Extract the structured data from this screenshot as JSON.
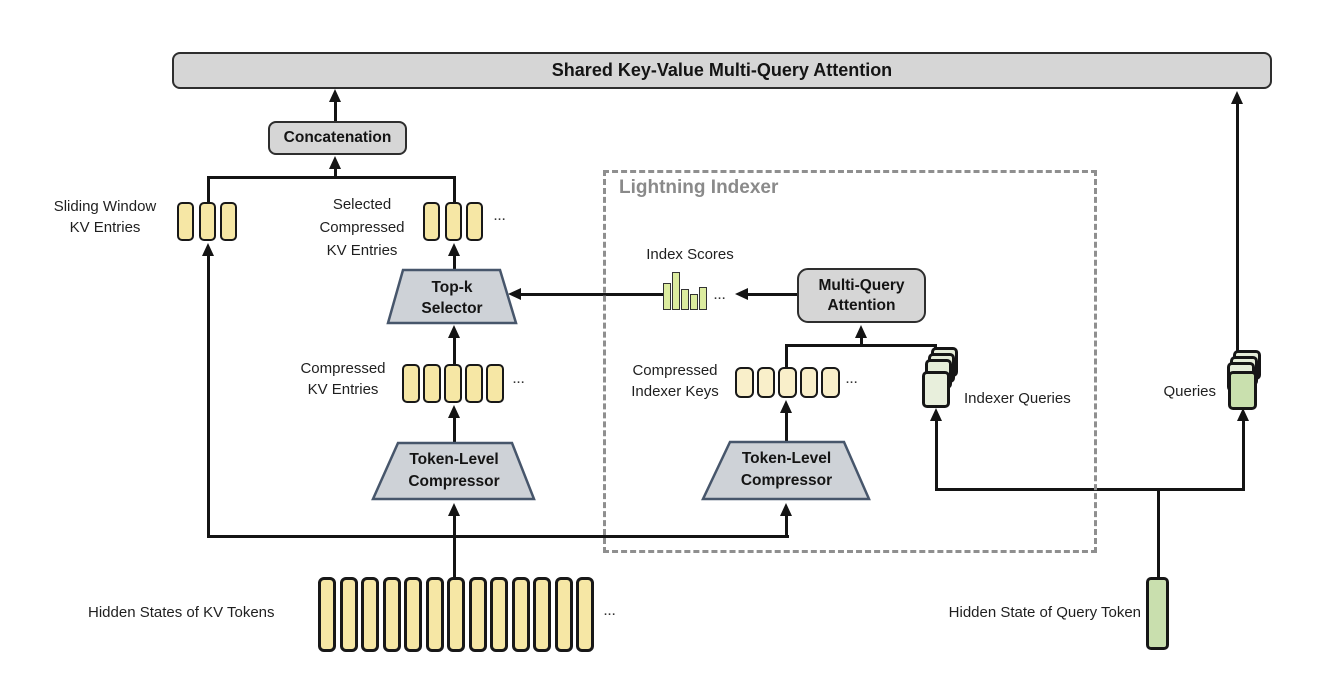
{
  "diagram": {
    "title_bar": "Shared Key-Value Multi-Query Attention",
    "nodes": {
      "concatenation": "Concatenation",
      "top_k_selector": [
        "Top-k",
        "Selector"
      ],
      "token_level_compressor_left": [
        "Token-Level",
        "Compressor"
      ],
      "token_level_compressor_right": [
        "Token-Level",
        "Compressor"
      ],
      "multi_query_attention": [
        "Multi-Query",
        "Attention"
      ]
    },
    "groups": {
      "lightning_indexer": "Lightning Indexer"
    },
    "labels": {
      "sliding_window": [
        "Sliding Window",
        "KV Entries"
      ],
      "selected_compressed": [
        "Selected",
        "Compressed",
        "KV Entries"
      ],
      "compressed_kv": [
        "Compressed",
        "KV Entries"
      ],
      "index_scores": "Index Scores",
      "compressed_indexer_keys": [
        "Compressed",
        "Indexer Keys"
      ],
      "indexer_queries": "Indexer Queries",
      "queries": "Queries",
      "hidden_kv": "Hidden States of KV Tokens",
      "hidden_query": "Hidden State of Query Token"
    },
    "ellipsis": "...",
    "token_counts": {
      "sliding_window": 3,
      "selected_compressed": 3,
      "compressed_kv": 5,
      "indexer_keys": 5,
      "hidden_kv": 13
    },
    "index_scores_bar_heights": [
      27,
      38,
      21,
      16,
      23
    ],
    "colors": {
      "kv_token_fill": "#f6e7a5",
      "indexer_key_fill": "#f9efca",
      "index_bar_fill": "#dcec9f",
      "query_green_fill": "#c9dfae",
      "indexer_query_front_fill": "#e5edd8",
      "box_gray_fill": "#d6d6d6",
      "trapezoid_fill": "#ced2d7",
      "dashed_border": "#8f8f8f",
      "line_black": "#141414"
    }
  }
}
